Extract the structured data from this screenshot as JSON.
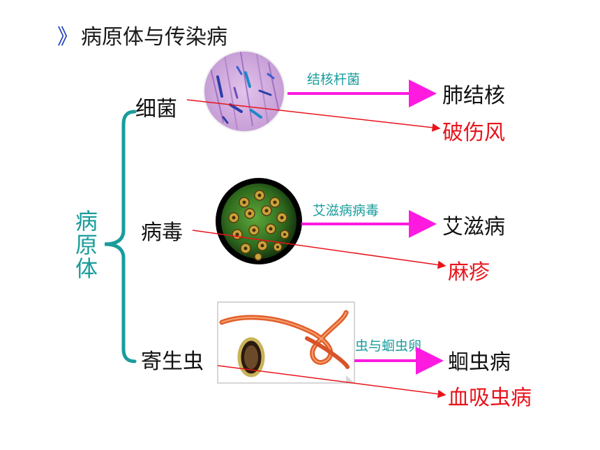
{
  "title": {
    "marker": "》",
    "text": "病原体与传染病"
  },
  "root": {
    "label": "病原体"
  },
  "categories": [
    {
      "name": "细菌",
      "example": "结核杆菌",
      "disease_primary": "肺结核",
      "disease_secondary": "破伤风"
    },
    {
      "name": "病毒",
      "example": "艾滋病病毒",
      "disease_primary": "艾滋病",
      "disease_secondary": "麻疹"
    },
    {
      "name": "寄生虫",
      "example": "蛔虫与蛔虫卵",
      "disease_primary": "蛔虫病",
      "disease_secondary": "血吸虫病"
    }
  ],
  "colors": {
    "teal": "#1a9c9c",
    "magenta_arrow": "#ff1ae0",
    "red_arrow": "#e8141c",
    "title_marker": "#1f3fbf"
  }
}
